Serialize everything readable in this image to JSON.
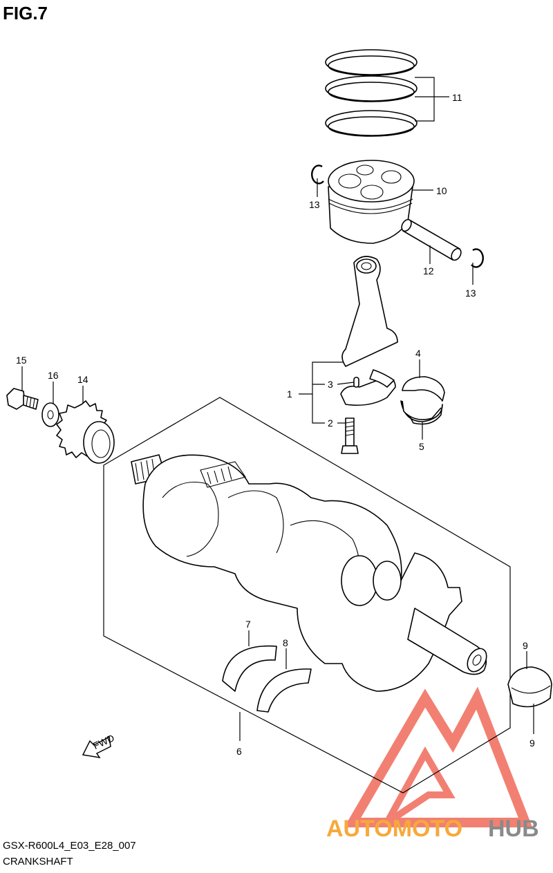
{
  "figure": {
    "title": "FIG.7"
  },
  "callouts": [
    {
      "id": "c1",
      "label": "1"
    },
    {
      "id": "c2",
      "label": "2"
    },
    {
      "id": "c3",
      "label": "3"
    },
    {
      "id": "c4",
      "label": "4"
    },
    {
      "id": "c5",
      "label": "5"
    },
    {
      "id": "c6",
      "label": "6"
    },
    {
      "id": "c7",
      "label": "7"
    },
    {
      "id": "c8",
      "label": "8"
    },
    {
      "id": "c9a",
      "label": "9"
    },
    {
      "id": "c9b",
      "label": "9"
    },
    {
      "id": "c10",
      "label": "10"
    },
    {
      "id": "c11",
      "label": "11"
    },
    {
      "id": "c12",
      "label": "12"
    },
    {
      "id": "c13a",
      "label": "13"
    },
    {
      "id": "c13b",
      "label": "13"
    },
    {
      "id": "c14",
      "label": "14"
    },
    {
      "id": "c15",
      "label": "15"
    },
    {
      "id": "c16",
      "label": "16"
    }
  ],
  "direction_marker": {
    "label": "FWD"
  },
  "watermark": {
    "text_a": "AUTOMOTO",
    "text_b": "HUB",
    "color_red": "#f06a5a",
    "color_orange": "#f6a93b",
    "color_grey": "#8a8a8a"
  },
  "footer": {
    "model_code": "GSX-R600L4_E03_E28_007",
    "section_name": "CRANKSHAFT"
  }
}
